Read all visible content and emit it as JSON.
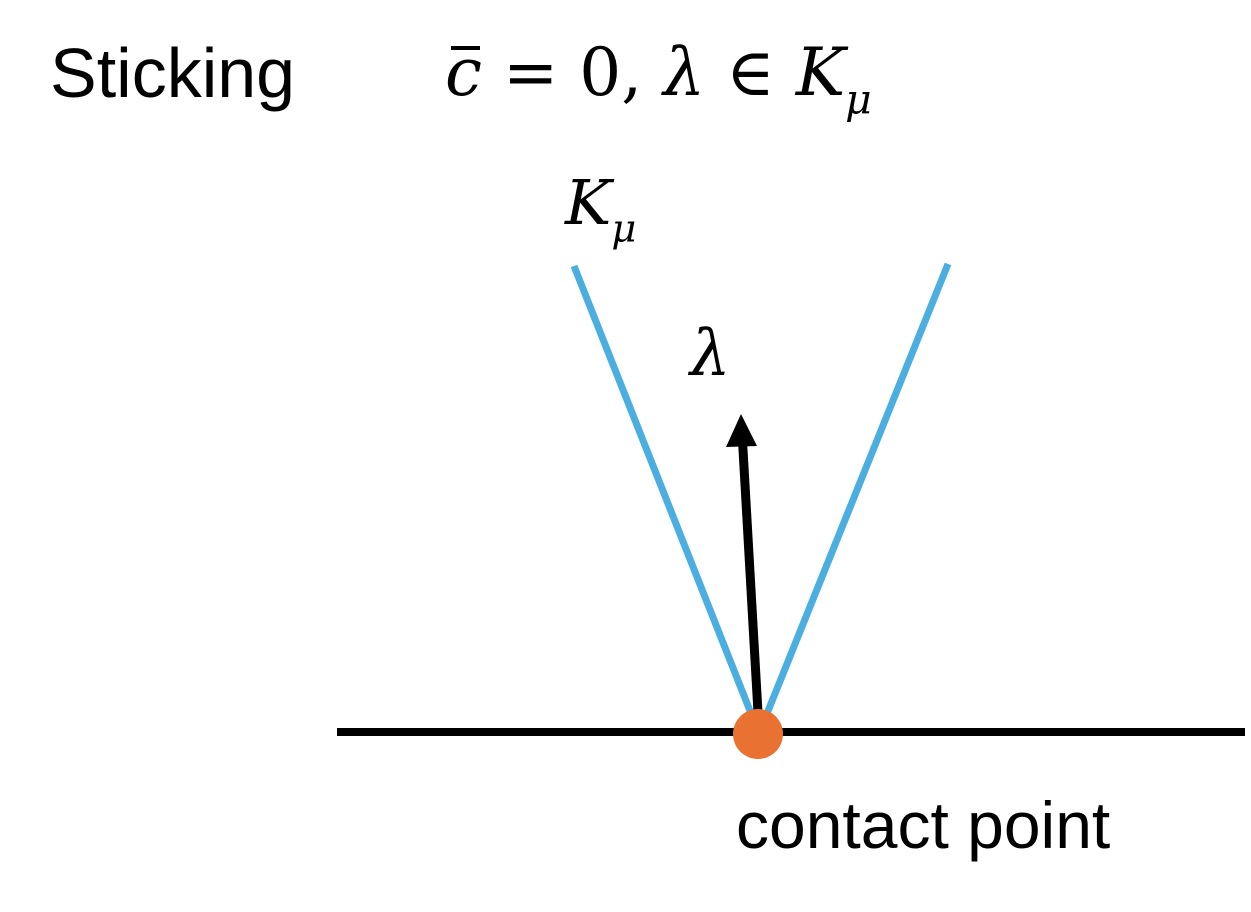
{
  "title": "Sticking",
  "condition": {
    "var": "c",
    "rest_plain": " = 0, ",
    "lambda": "λ",
    "element_of": " ∈ ",
    "set": "K",
    "set_sub": "μ"
  },
  "cone_label": {
    "symbol": "K",
    "subscript": "μ"
  },
  "force_label": "λ",
  "caption": "contact point",
  "colors": {
    "cone": "#4aaee0",
    "force_arrow": "#000000",
    "ground": "#000000",
    "contact_point": "#e97132"
  }
}
